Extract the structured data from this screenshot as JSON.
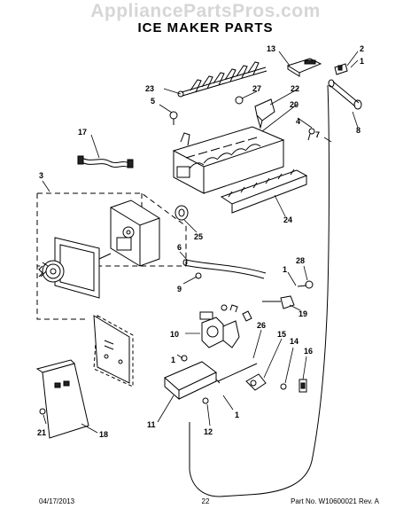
{
  "watermark": "AppliancePartsPros.com",
  "title": "ICE MAKER PARTS",
  "footer": {
    "date": "04/17/2013",
    "page": "22",
    "part_info": "Part No. W10600021 Rev. A"
  },
  "callouts": [
    "1",
    "1",
    "1",
    "1",
    "2",
    "3",
    "4",
    "5",
    "6",
    "7",
    "8",
    "9",
    "10",
    "11",
    "12",
    "12",
    "13",
    "14",
    "15",
    "16",
    "17",
    "18",
    "19",
    "20",
    "21",
    "22",
    "23",
    "24",
    "25",
    "26",
    "27",
    "28"
  ]
}
